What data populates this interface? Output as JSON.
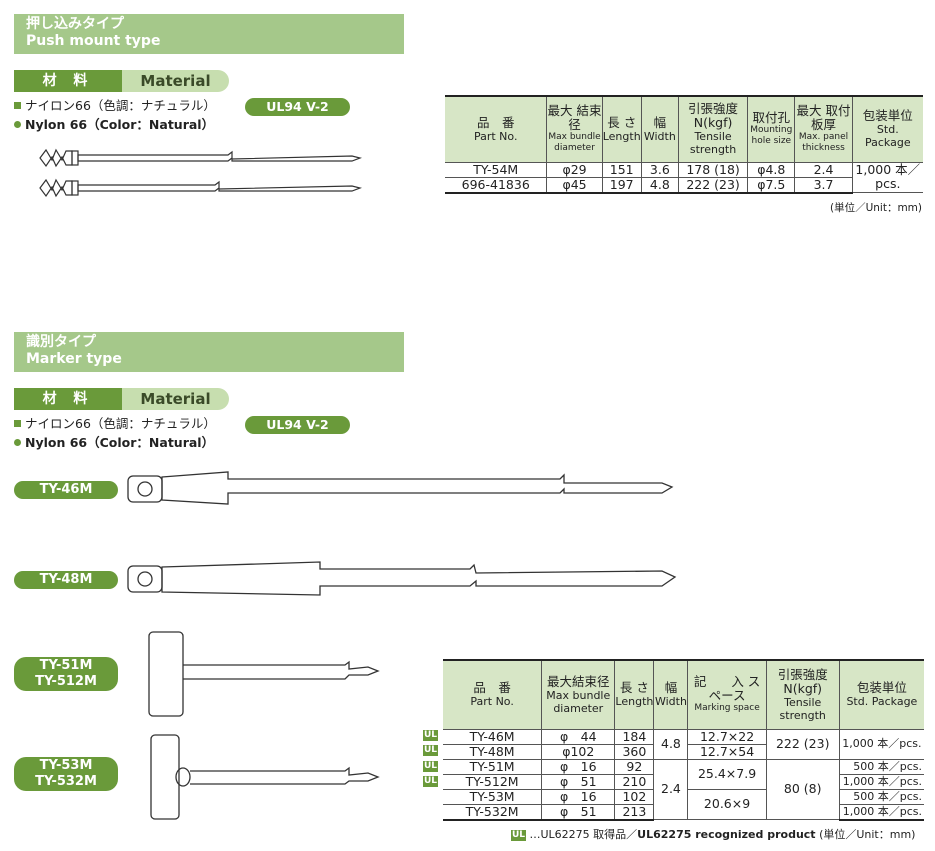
{
  "push_section": {
    "title_jp": "押し込みタイプ",
    "title_en": "Push mount type",
    "material_jp": "材 料",
    "material_en": "Material",
    "spec_jp": "ナイロン66（色調：ナチュラル）",
    "spec_en": "Nylon 66（Color：Natural）",
    "ul_badge": "UL94 V-2",
    "table": {
      "headers": [
        {
          "jp": "品　番",
          "en": "Part No."
        },
        {
          "jp": "最大 結束径",
          "en": "Max bundle diameter"
        },
        {
          "jp": "長 さ",
          "en": "Length"
        },
        {
          "jp": "幅",
          "en": "Width"
        },
        {
          "jp": "引張強度 N(kgf)",
          "en": "Tensile strength"
        },
        {
          "jp": "取付孔",
          "en": "Mounting hole size"
        },
        {
          "jp": "最大 取付板厚",
          "en": "Max. panel thickness"
        },
        {
          "jp": "包装単位",
          "en": "Std. Package"
        }
      ],
      "rows": [
        {
          "part": "TY-54M",
          "bundle": "φ29",
          "length": "151",
          "width": "3.6",
          "tensile": "178 (18)",
          "hole": "φ4.8",
          "panel": "2.4"
        },
        {
          "part": "696-41836",
          "bundle": "φ45",
          "length": "197",
          "width": "4.8",
          "tensile": "222 (23)",
          "hole": "φ7.5",
          "panel": "3.7"
        }
      ],
      "package": "1,000 本／pcs."
    },
    "unit_note": "(単位／Unit：mm)"
  },
  "marker_section": {
    "title_jp": "識別タイプ",
    "title_en": "Marker type",
    "material_jp": "材 料",
    "material_en": "Material",
    "spec_jp": "ナイロン66（色調：ナチュラル）",
    "spec_en": "Nylon 66（Color：Natural）",
    "ul_badge": "UL94 V-2",
    "models": [
      "TY-46M",
      "TY-48M",
      "TY-51M",
      "TY-512M",
      "TY-53M",
      "TY-532M"
    ],
    "table": {
      "headers": [
        {
          "jp": "品　番",
          "en": "Part No."
        },
        {
          "jp": "最大結束径",
          "en": "Max bundle diameter"
        },
        {
          "jp": "長 さ",
          "en": "Length"
        },
        {
          "jp": "幅",
          "en": "Width"
        },
        {
          "jp": "記　　入 スペース",
          "en": "Marking space"
        },
        {
          "jp": "引張強度 N(kgf)",
          "en": "Tensile strength"
        },
        {
          "jp": "包装単位",
          "en": "Std. Package"
        }
      ],
      "rows": [
        {
          "part": "TY-46M",
          "bundle": "φ　44",
          "length": "184",
          "package": "1,000 本／pcs."
        },
        {
          "part": "TY-48M",
          "bundle": "φ102",
          "length": "360",
          "package": ""
        },
        {
          "part": "TY-51M",
          "bundle": "φ　16",
          "length": "92",
          "package": "500 本／pcs."
        },
        {
          "part": "TY-512M",
          "bundle": "φ　51",
          "length": "210",
          "package": "1,000 本／pcs."
        },
        {
          "part": "TY-53M",
          "bundle": "φ　16",
          "length": "102",
          "package": "500 本／pcs."
        },
        {
          "part": "TY-532M",
          "bundle": "φ　51",
          "length": "213",
          "package": "1,000 本／pcs."
        }
      ],
      "width_a": "4.8",
      "width_b": "2.4",
      "marking_46": "12.7×22",
      "marking_48": "12.7×54",
      "marking_51": "25.4×7.9",
      "marking_53": "20.6×9",
      "tensile_a": "222 (23)",
      "tensile_b": "80 (8)",
      "ul_mark": "UL"
    },
    "footnote": {
      "mark": "UL",
      "jp": "…UL62275 取得品／",
      "en": "UL62275 recognized product",
      "unit": "(単位／Unit：mm)"
    }
  }
}
